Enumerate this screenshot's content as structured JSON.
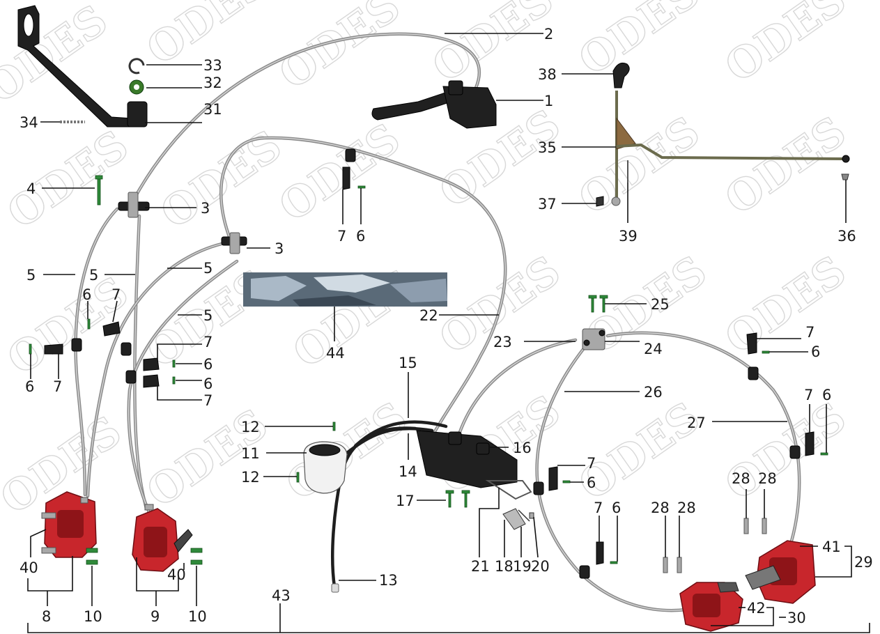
{
  "watermark": {
    "text": "ODES"
  },
  "callouts": {
    "c1": "1",
    "c2": "2",
    "c3a": "3",
    "c3b": "3",
    "c4": "4",
    "c5a": "5",
    "c5b": "5",
    "c5c": "5",
    "c5d": "5",
    "c6a": "6",
    "c6b": "6",
    "c6c": "6",
    "c6d": "6",
    "c6e": "6",
    "c6f": "6",
    "c6g": "6",
    "c6h": "6",
    "c6i": "6",
    "c7a": "7",
    "c7b": "7",
    "c7c": "7",
    "c7d": "7",
    "c7e": "7",
    "c7f": "7",
    "c7g": "7",
    "c7h": "7",
    "c7i": "7",
    "c8": "8",
    "c9": "9",
    "c10a": "10",
    "c10b": "10",
    "c11": "11",
    "c12a": "12",
    "c12b": "12",
    "c13": "13",
    "c14": "14",
    "c15": "15",
    "c16": "16",
    "c17": "17",
    "c18": "18",
    "c19": "19",
    "c20": "20",
    "c21": "21",
    "c22": "22",
    "c23": "23",
    "c24": "24",
    "c25": "25",
    "c26": "26",
    "c27": "27",
    "c28a": "28",
    "c28b": "28",
    "c28c": "28",
    "c28d": "28",
    "c29": "29",
    "c30": "30",
    "c31": "31",
    "c32": "32",
    "c33": "33",
    "c34": "34",
    "c35": "35",
    "c36": "36",
    "c37": "37",
    "c38": "38",
    "c39": "39",
    "c40a": "40",
    "c40b": "40",
    "c41": "41",
    "c42": "42",
    "c43": "43",
    "c44": "44"
  },
  "colors": {
    "caliper": "#c8262c",
    "hose": "#8c8c8c",
    "bolt": "#2f8a3a",
    "watermark": "#d8d8d8"
  }
}
